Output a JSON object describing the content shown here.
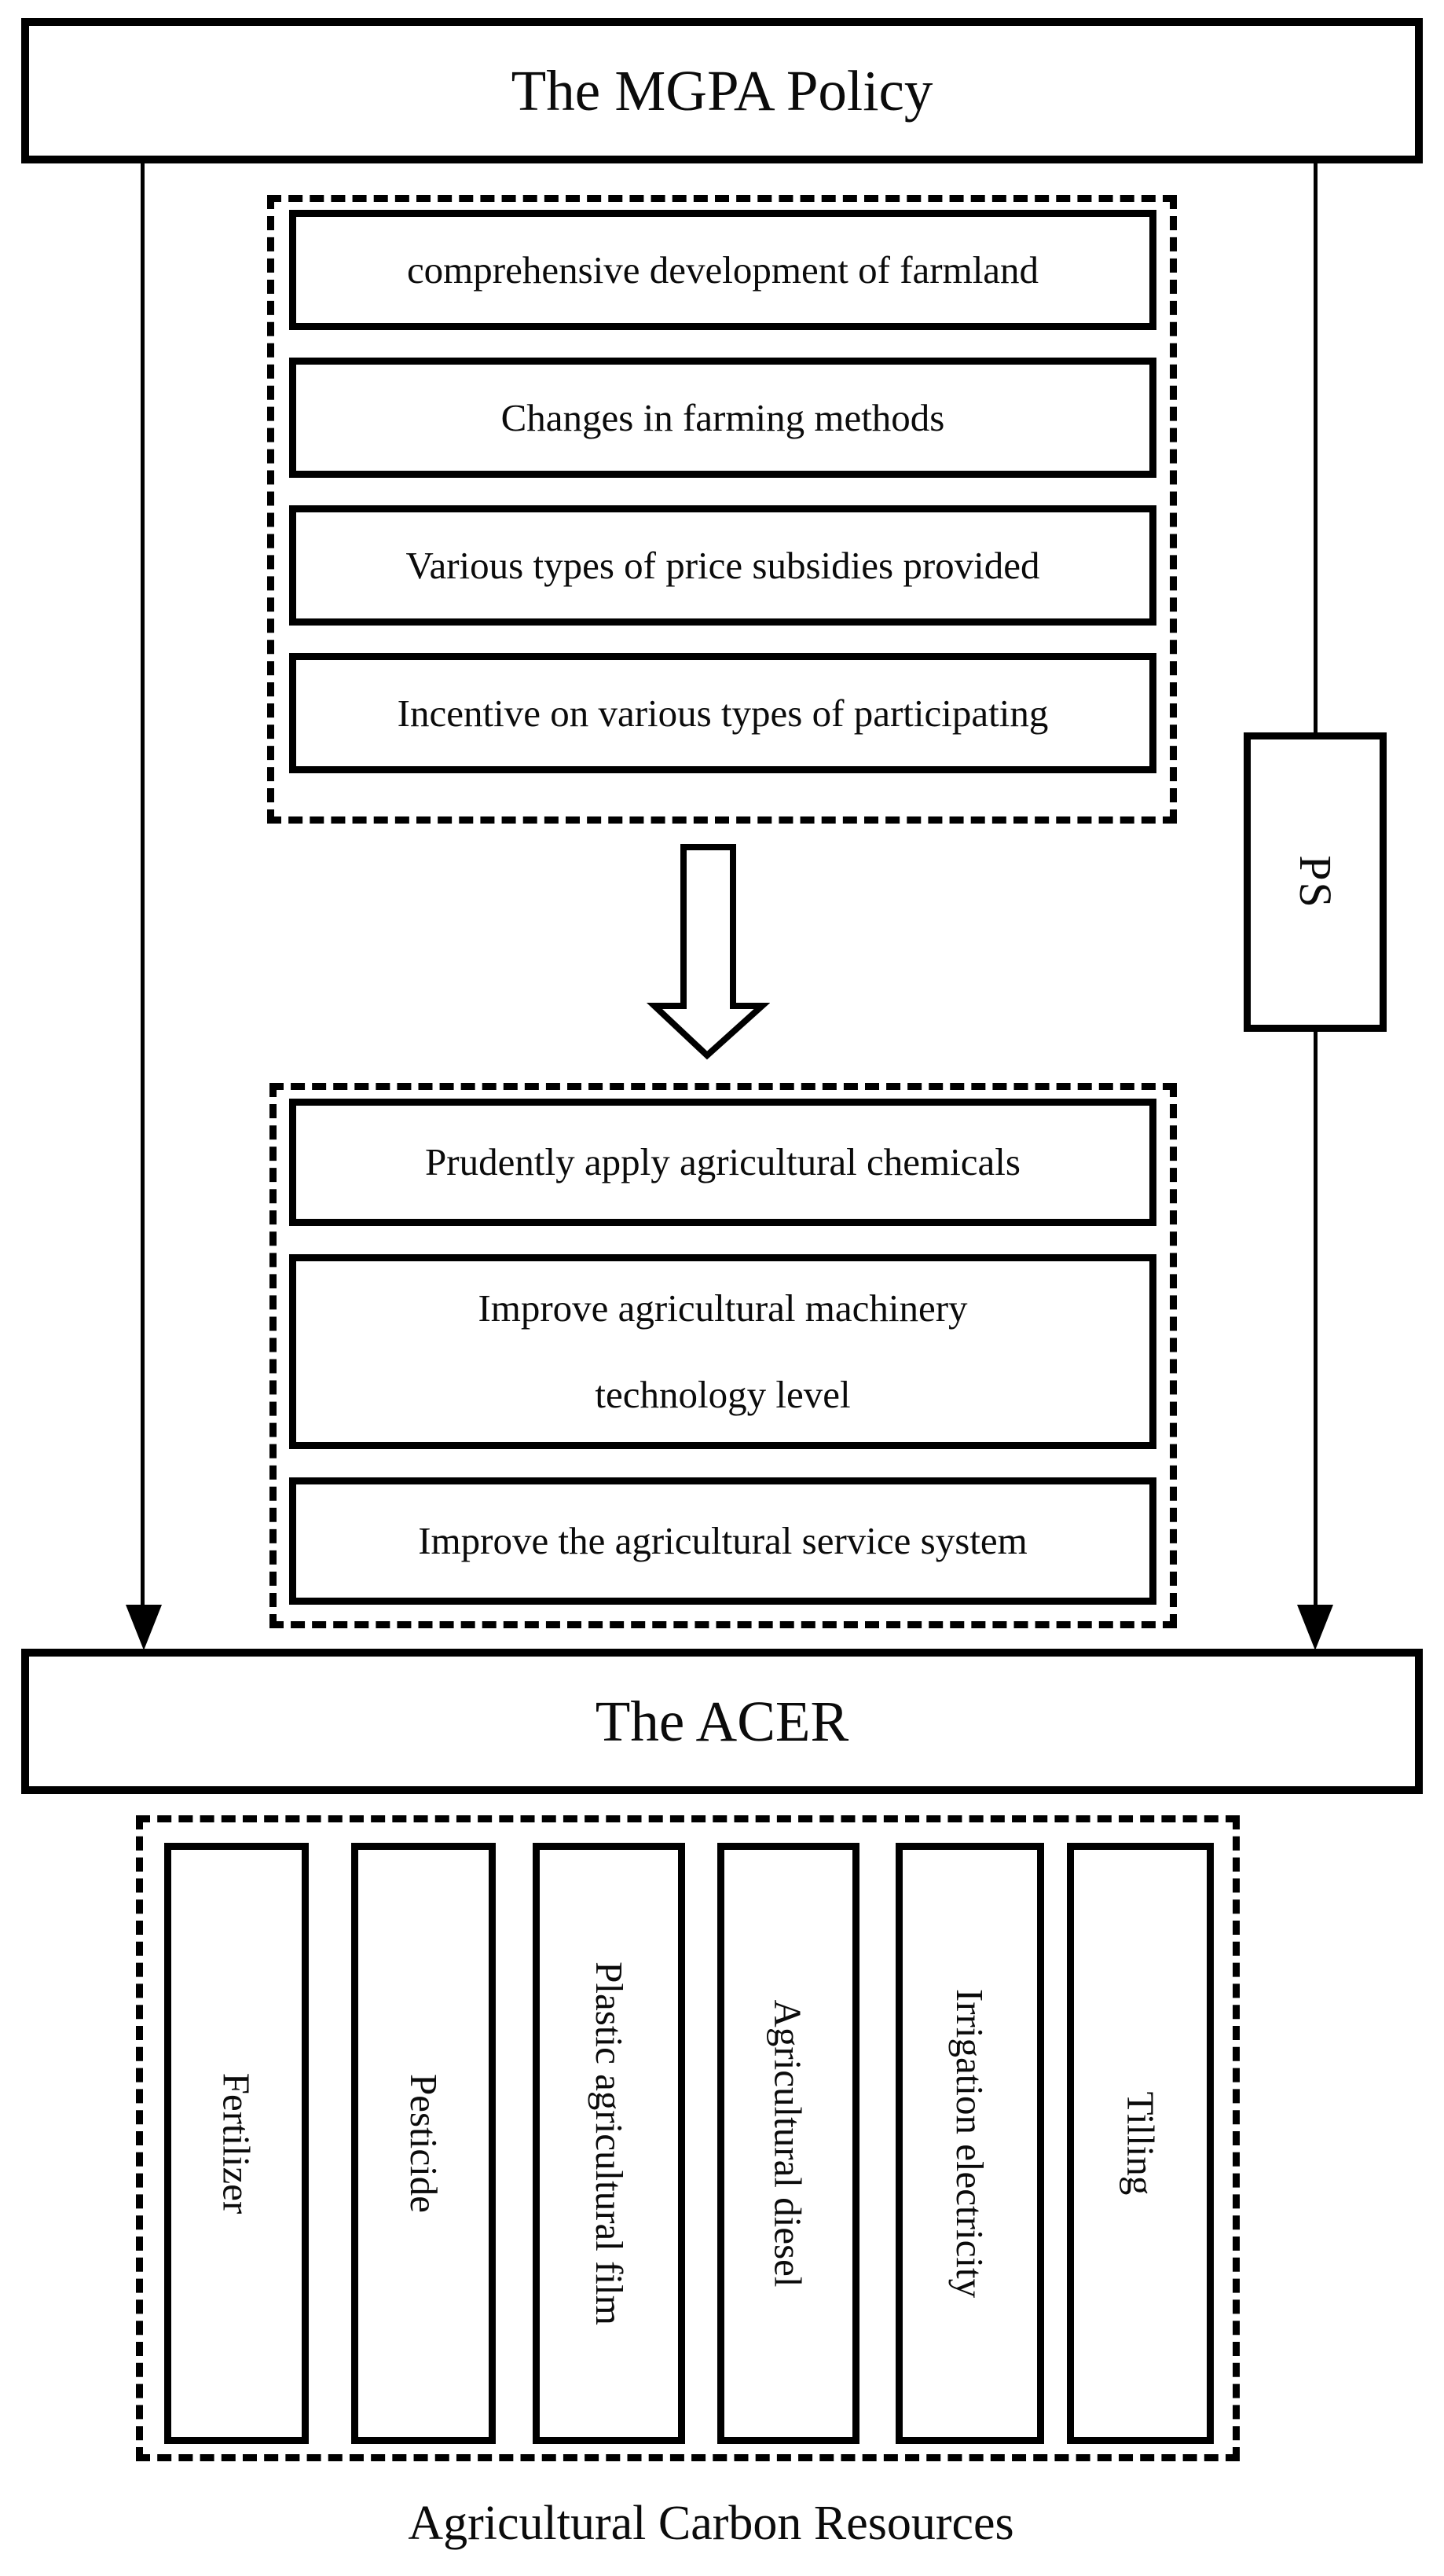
{
  "diagram": {
    "top_box": {
      "label": "The MGPA Policy"
    },
    "ps_box": {
      "label": "PS"
    },
    "policy_measures": {
      "items": [
        "comprehensive development of farmland",
        "Changes in farming methods",
        "Various types of price subsidies provided",
        "Incentive on various types of participating"
      ]
    },
    "outcome_measures": {
      "items": [
        "Prudently apply agricultural chemicals",
        "Improve agricultural machinery technology level",
        "Improve the agricultural service system"
      ]
    },
    "acer_box": {
      "label": "The ACER"
    },
    "carbon_resources": {
      "items": [
        "Fertilizer",
        "Pesticide",
        "Plastic agricultural film",
        "Agricultural diesel",
        "Irrigation electricity",
        "Tilling"
      ],
      "caption": "Agricultural Carbon Resources"
    },
    "colors": {
      "ink": "#000000",
      "background": "#ffffff"
    }
  }
}
